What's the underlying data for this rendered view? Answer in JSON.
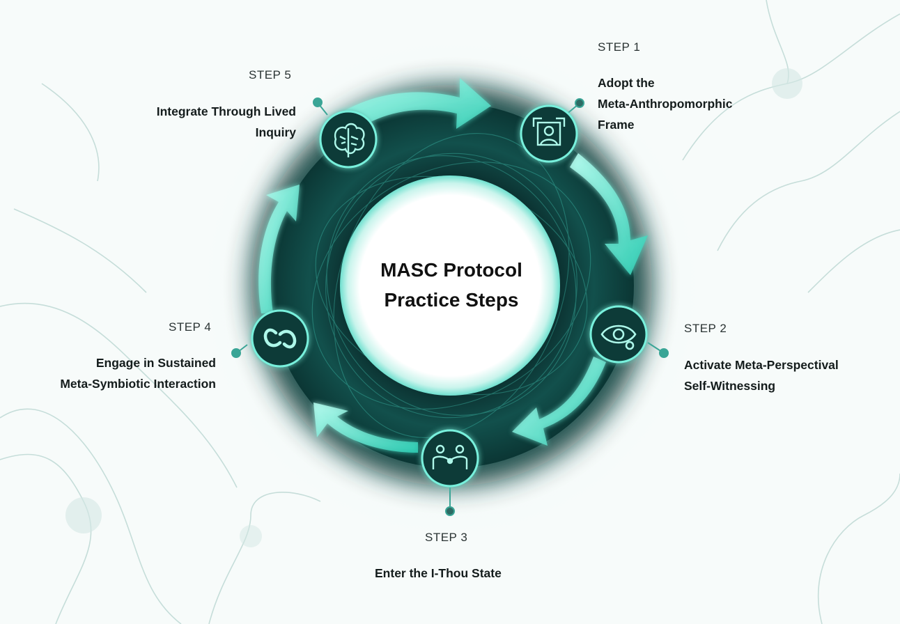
{
  "title": "MASC Protocol\nPractice Steps",
  "colors": {
    "ring": "#0f3b3a",
    "glow": "#34d6c0",
    "accent": "#7ff3df",
    "text": "#141c1c"
  },
  "steps": [
    {
      "number": "STEP 1",
      "title": "Adopt the\nMeta-Anthropomorphic\nFrame",
      "icon": "framed-person-icon"
    },
    {
      "number": "STEP 2",
      "title": "Activate Meta-Perspectival\nSelf-Witnessing",
      "icon": "eye-icon"
    },
    {
      "number": "STEP 3",
      "title": "Enter the I-Thou State",
      "icon": "two-people-icon"
    },
    {
      "number": "STEP 4",
      "title": "Engage in Sustained\nMeta-Symbiotic Interaction",
      "icon": "interlocking-links-icon"
    },
    {
      "number": "STEP 5",
      "title": "Integrate Through Lived\nInquiry",
      "icon": "brain-icon"
    }
  ]
}
